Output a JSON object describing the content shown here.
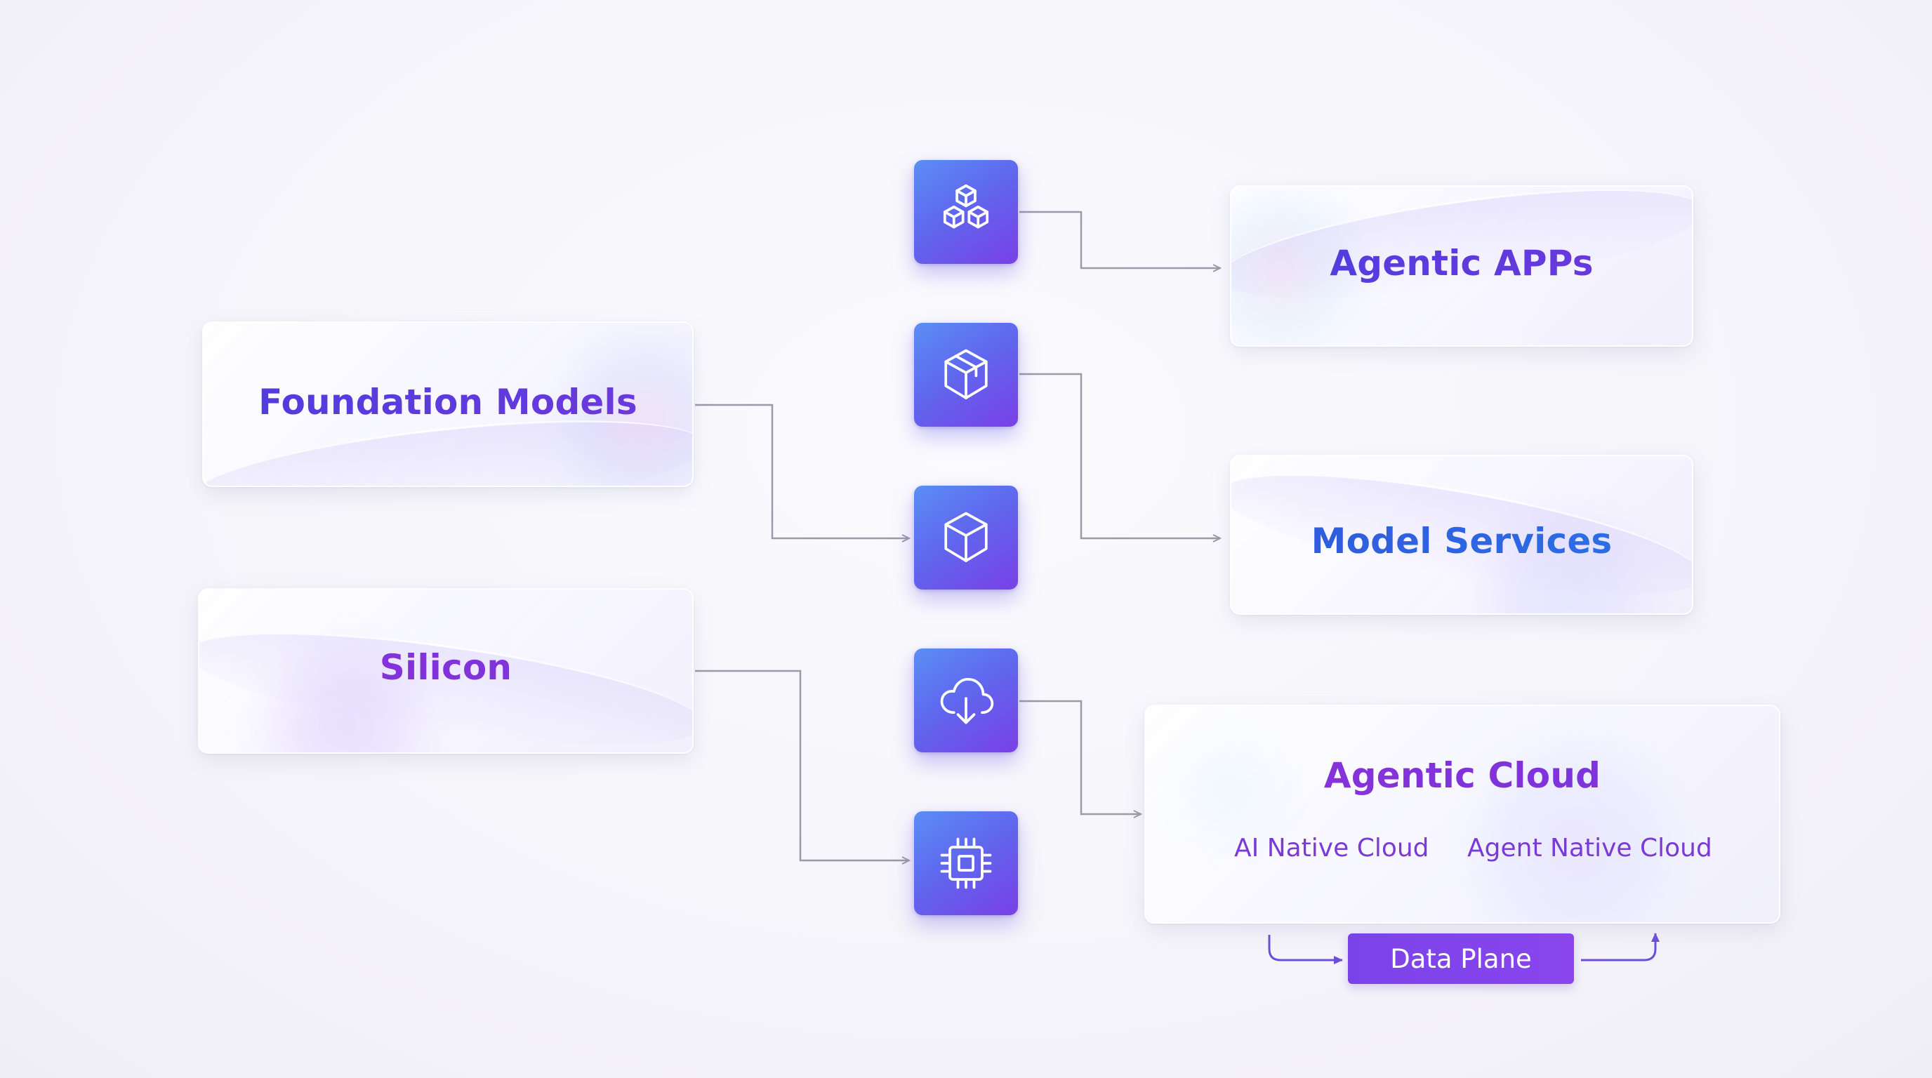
{
  "diagram": {
    "nodes": {
      "foundation_models": "Foundation Models",
      "silicon": "Silicon",
      "agentic_apps": "Agentic APPs",
      "model_services": "Model Services",
      "agentic_cloud": {
        "title": "Agentic Cloud",
        "sub_left": "AI Native Cloud",
        "sub_right": "Agent Native Cloud"
      },
      "data_plane": "Data Plane"
    },
    "icons": [
      "cubes-stack-icon",
      "package-box-icon",
      "cube-icon",
      "cloud-download-icon",
      "chip-icon"
    ],
    "edges": [
      {
        "from": "foundation_models",
        "to": "cube-icon"
      },
      {
        "from": "silicon",
        "to": "chip-icon"
      },
      {
        "from": "cubes-stack-icon",
        "to": "agentic_apps"
      },
      {
        "from": "package-box-icon",
        "to": "model_services"
      },
      {
        "from": "cloud-download-icon",
        "to": "agentic_cloud"
      }
    ],
    "colors": {
      "tile_gradient_start": "#5b8ef5",
      "tile_gradient_end": "#7a3fe6",
      "accent_purple": "#7a43ea",
      "connector": "#9a9aa8",
      "data_plane_connector": "#6c4fd8"
    }
  }
}
